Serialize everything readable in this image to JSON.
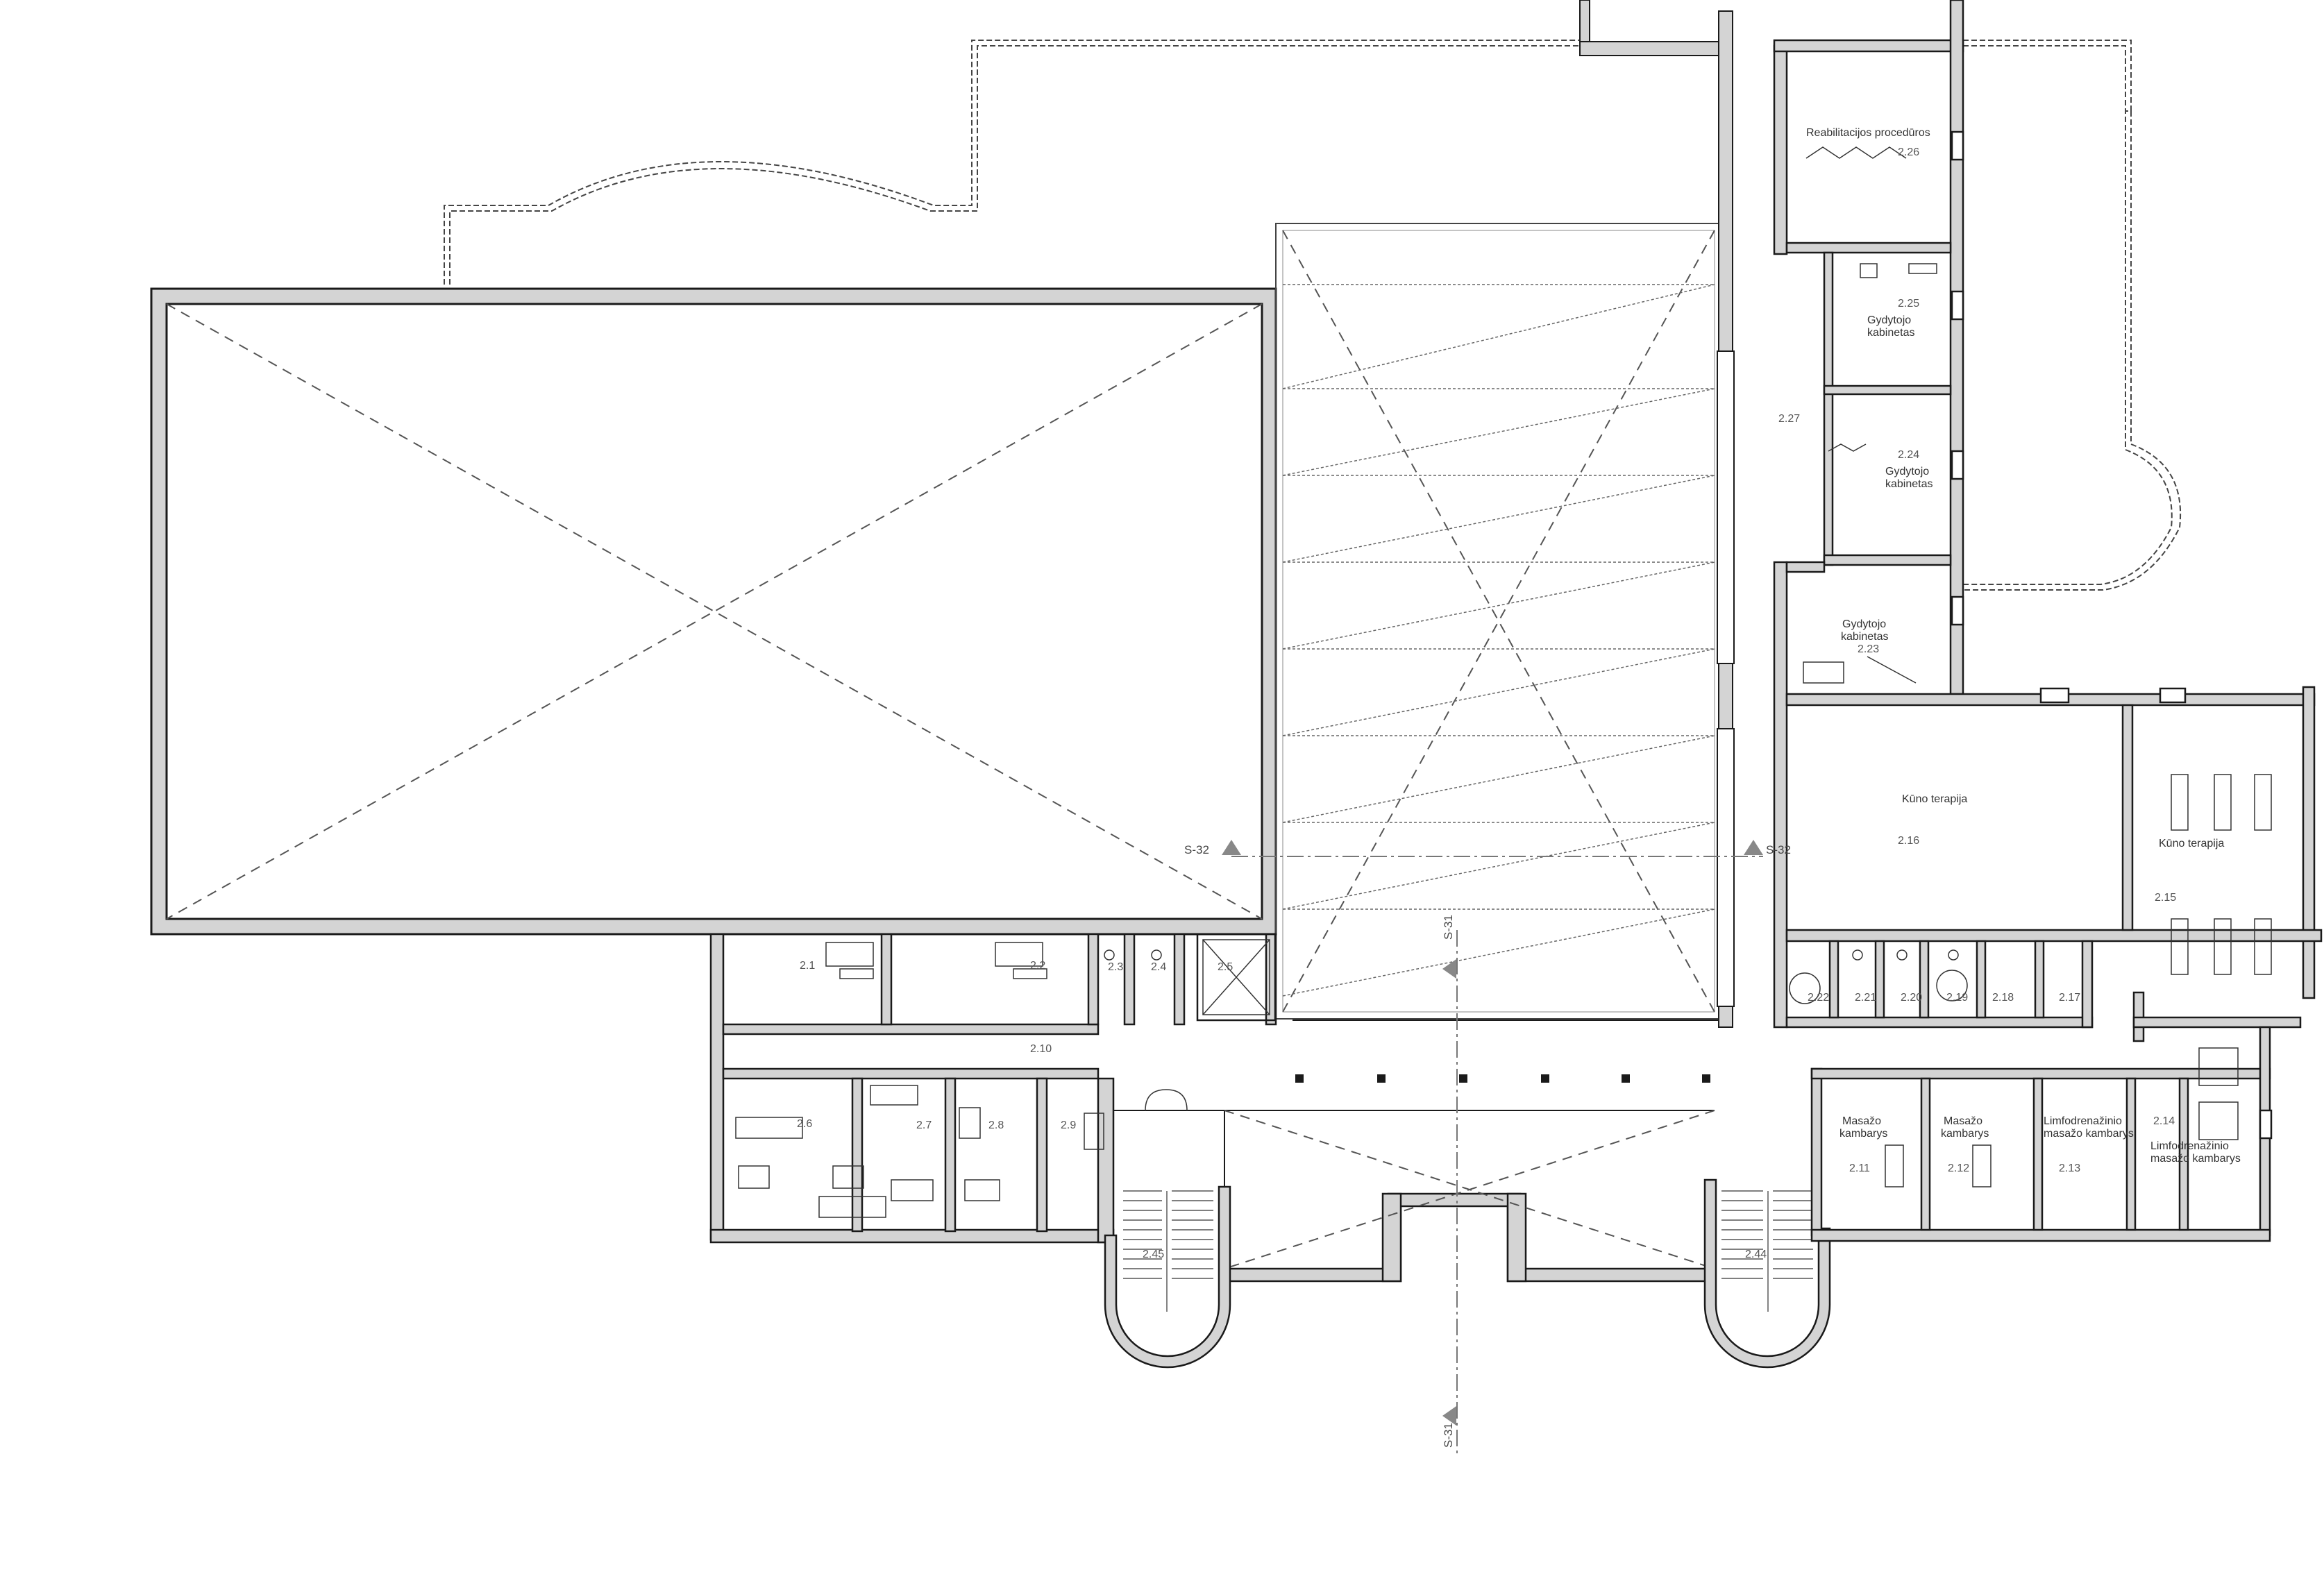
{
  "rooms": {
    "r2_1": {
      "number": "2.1"
    },
    "r2_2": {
      "number": "2.2"
    },
    "r2_3": {
      "number": "2.3"
    },
    "r2_4": {
      "number": "2.4"
    },
    "r2_5": {
      "number": "2.5"
    },
    "r2_6": {
      "number": "2.6"
    },
    "r2_7": {
      "number": "2.7"
    },
    "r2_8": {
      "number": "2.8"
    },
    "r2_9": {
      "number": "2.9"
    },
    "r2_10": {
      "number": "2.10"
    },
    "r2_11": {
      "number": "2.11",
      "name_line1": "Masažo",
      "name_line2": "kambarys"
    },
    "r2_12": {
      "number": "2.12",
      "name_line1": "Masažo",
      "name_line2": "kambarys"
    },
    "r2_13": {
      "number": "2.13",
      "name_line1": "Limfodrenažinio",
      "name_line2": "masažo kambarys"
    },
    "r2_14": {
      "number": "2.14",
      "name_line1": "Limfodrenažinio",
      "name_line2": "masažo kambarys"
    },
    "r2_15": {
      "number": "2.15",
      "name": "Kūno terapija"
    },
    "r2_16": {
      "number": "2.16",
      "name": "Kūno terapija"
    },
    "r2_17": {
      "number": "2.17"
    },
    "r2_18": {
      "number": "2.18"
    },
    "r2_19": {
      "number": "2.19"
    },
    "r2_20": {
      "number": "2.20"
    },
    "r2_21": {
      "number": "2.21"
    },
    "r2_22": {
      "number": "2.22"
    },
    "r2_23": {
      "number": "2.23",
      "name_line1": "Gydytojo",
      "name_line2": "kabinetas"
    },
    "r2_24": {
      "number": "2.24",
      "name_line1": "Gydytojo",
      "name_line2": "kabinetas"
    },
    "r2_25": {
      "number": "2.25",
      "name_line1": "Gydytojo",
      "name_line2": "kabinetas"
    },
    "r2_26": {
      "number": "2.26",
      "name": "Reabilitacijos procedūros"
    },
    "r2_27": {
      "number": "2.27"
    },
    "r2_44": {
      "number": "2.44"
    },
    "r2_45": {
      "number": "2.45"
    }
  },
  "section_marks": {
    "s32_left": "S-32",
    "s32_right": "S-32",
    "s31_mid": "S-31",
    "s31_bottom": "S-31"
  },
  "colors": {
    "wall_fill": "#d4d4d4",
    "wall_stroke": "#1a1a1a",
    "dashed": "#555555",
    "marker": "#888888"
  }
}
